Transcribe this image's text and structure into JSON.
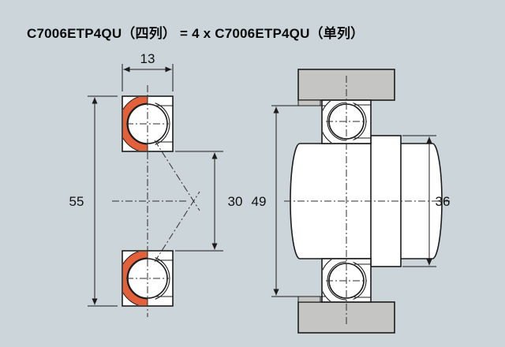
{
  "title": "C7006ETP4QU（四列） = 4 x C7006ETP4QU（单列）",
  "colors": {
    "background": "#cbd5da",
    "cage_orange": "#e2603a",
    "housing_gray": "#c5c6c4",
    "line": "#1c1c1c"
  },
  "left_view": {
    "width_dim": "13",
    "od_dim": "55",
    "bore_dim": "30"
  },
  "right_view": {
    "housing_shoulder_dim": "49",
    "shaft_shoulder_dim": "36"
  }
}
